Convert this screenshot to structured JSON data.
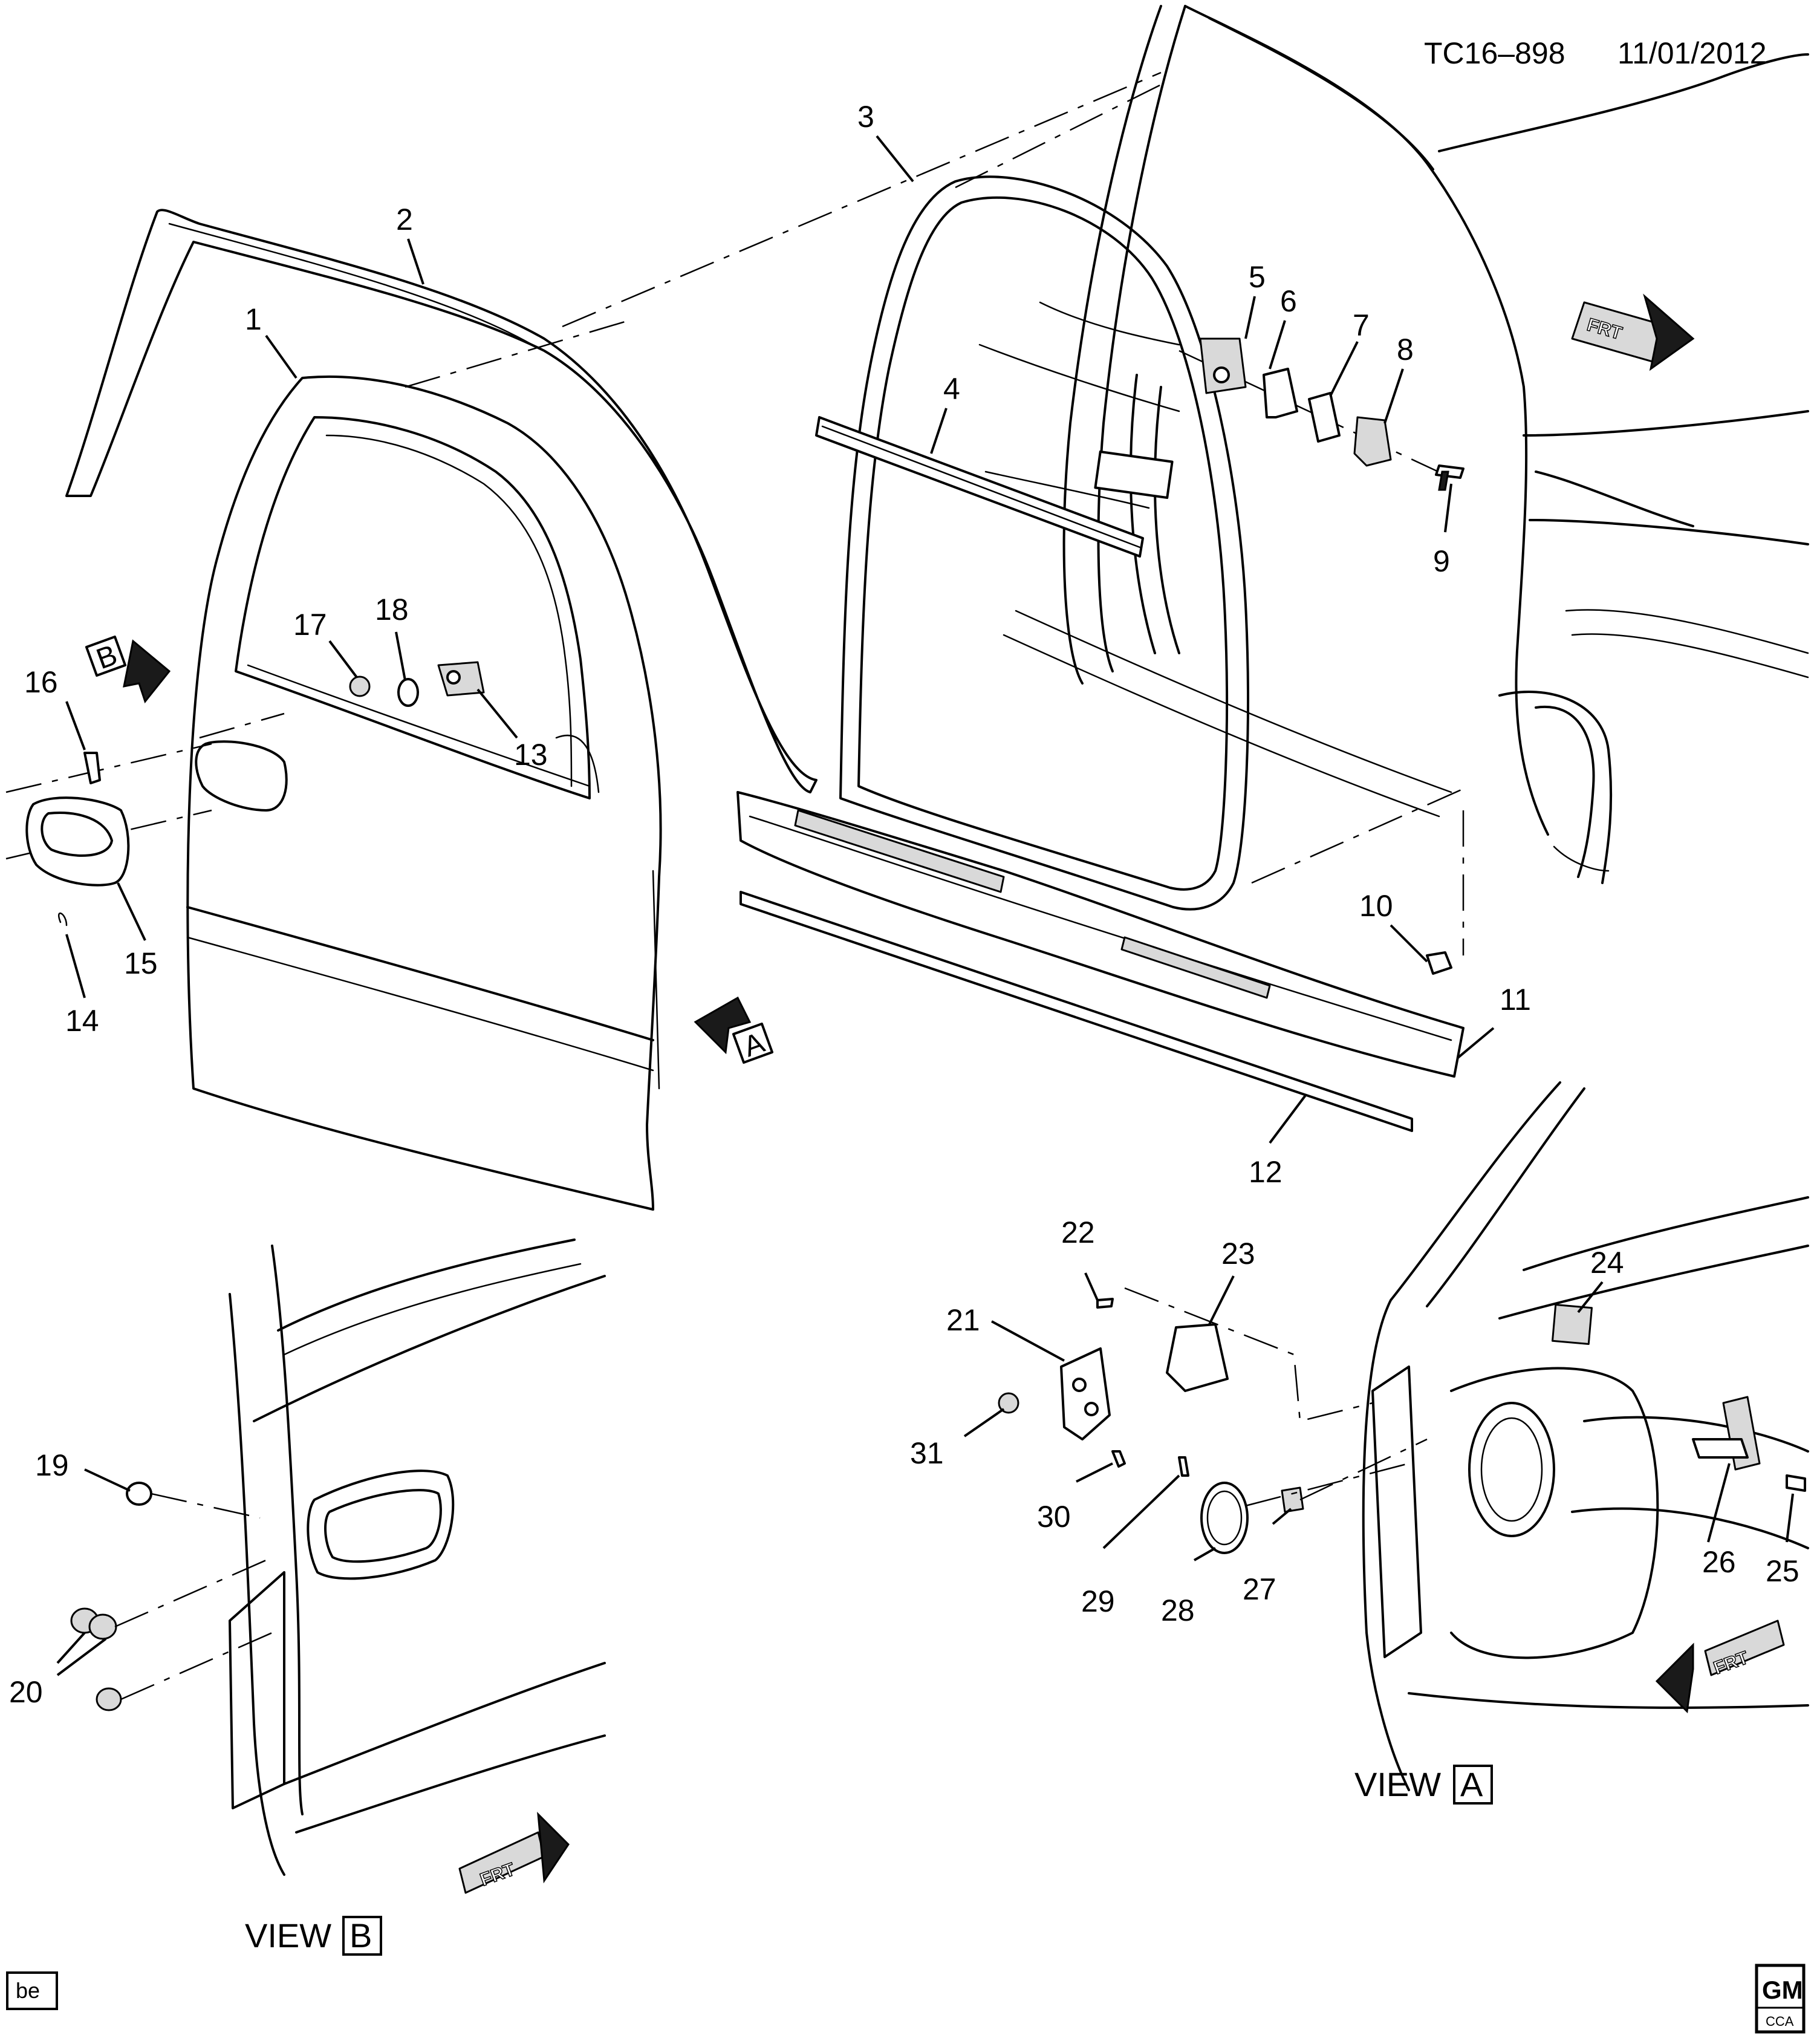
{
  "header": {
    "code": "TC16–898",
    "date": "11/01/2012"
  },
  "callouts": [
    {
      "id": "c1",
      "label": "1"
    },
    {
      "id": "c2",
      "label": "2"
    },
    {
      "id": "c3",
      "label": "3"
    },
    {
      "id": "c4",
      "label": "4"
    },
    {
      "id": "c5",
      "label": "5"
    },
    {
      "id": "c6",
      "label": "6"
    },
    {
      "id": "c7",
      "label": "7"
    },
    {
      "id": "c8",
      "label": "8"
    },
    {
      "id": "c9",
      "label": "9"
    },
    {
      "id": "c10",
      "label": "10"
    },
    {
      "id": "c11",
      "label": "11"
    },
    {
      "id": "c12",
      "label": "12"
    },
    {
      "id": "c13",
      "label": "13"
    },
    {
      "id": "c14",
      "label": "14"
    },
    {
      "id": "c15",
      "label": "15"
    },
    {
      "id": "c16",
      "label": "16"
    },
    {
      "id": "c17",
      "label": "17"
    },
    {
      "id": "c18",
      "label": "18"
    },
    {
      "id": "c19",
      "label": "19"
    },
    {
      "id": "c20",
      "label": "20"
    },
    {
      "id": "c21",
      "label": "21"
    },
    {
      "id": "c22",
      "label": "22"
    },
    {
      "id": "c23",
      "label": "23"
    },
    {
      "id": "c24",
      "label": "24"
    },
    {
      "id": "c25",
      "label": "25"
    },
    {
      "id": "c26",
      "label": "26"
    },
    {
      "id": "c27",
      "label": "27"
    },
    {
      "id": "c28",
      "label": "28"
    },
    {
      "id": "c29",
      "label": "29"
    },
    {
      "id": "c30",
      "label": "30"
    },
    {
      "id": "c31",
      "label": "31"
    }
  ],
  "view_refs": {
    "a": "A",
    "b": "B"
  },
  "views": {
    "a": {
      "word": "VIEW",
      "letter": "A"
    },
    "b": {
      "word": "VIEW",
      "letter": "B"
    }
  },
  "frt_label": "FRT",
  "footer": {
    "tag": "be",
    "logo_top": "GM",
    "logo_bottom": "CCA"
  }
}
